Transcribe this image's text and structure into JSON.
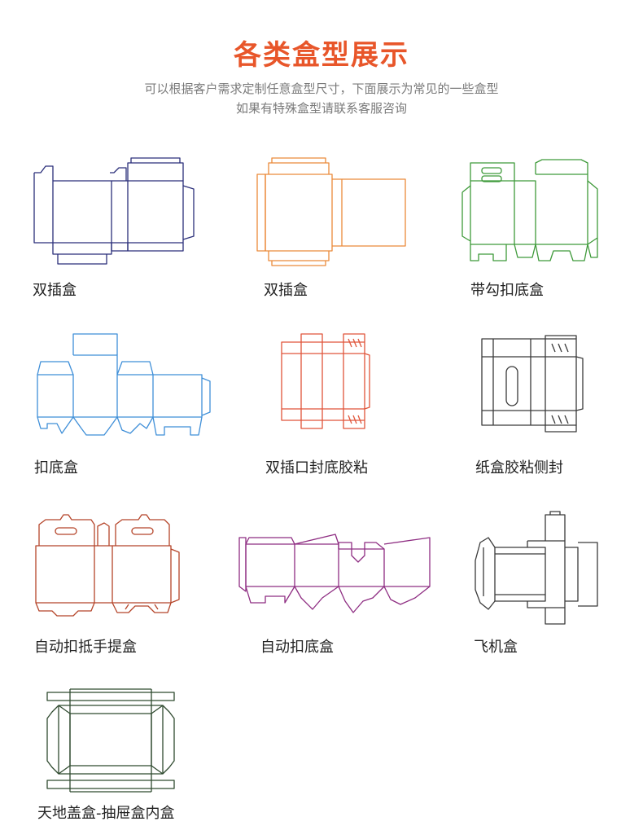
{
  "header": {
    "title": "各类盒型展示",
    "subtitle_line1": "可以根据客户需求定制任意盒型尺寸，下面展示为常见的一些盒型",
    "subtitle_line2": "如果有特殊盒型请联系客服咨询"
  },
  "boxes": [
    {
      "label": "双插盒",
      "color": "#2b2f7a"
    },
    {
      "label": "双插盒",
      "color": "#ea8a3a"
    },
    {
      "label": "带勾扣底盒",
      "color": "#3f9a3a"
    },
    {
      "label": "扣底盒",
      "color": "#3f8fd8"
    },
    {
      "label": "双插口封底胶粘",
      "color": "#e0553a"
    },
    {
      "label": "纸盒胶粘侧封",
      "color": "#3a3a3a"
    },
    {
      "label": "自动扣抵手提盒",
      "color": "#b5452a"
    },
    {
      "label": "自动扣底盒",
      "color": "#8e2d82"
    },
    {
      "label": "飞机盒",
      "color": "#3a3a3a"
    },
    {
      "label": "天地盖盒-抽屉盒内盒",
      "color": "#2f4a2f"
    }
  ]
}
